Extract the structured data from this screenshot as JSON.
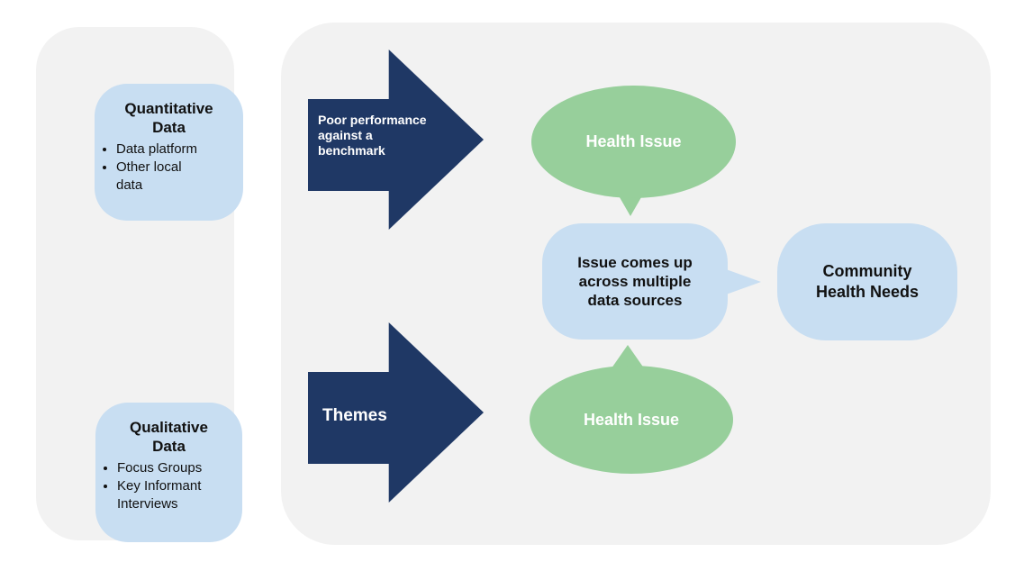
{
  "colors": {
    "page_bg": "#ffffff",
    "panel_bg": "#f2f2f2",
    "blue_shape": "#c8def2",
    "navy_arrow": "#1f3865",
    "green_bubble": "#97cf9b",
    "text_dark": "#111111",
    "text_light": "#ffffff"
  },
  "data_sources_panel": {
    "quantitative": {
      "title": "Quantitative Data",
      "items": [
        "Data platform",
        "Other local data"
      ]
    },
    "qualitative": {
      "title": "Qualitative Data",
      "items": [
        "Focus Groups",
        "Key Informant Interviews"
      ]
    }
  },
  "flow_panel": {
    "quantitative_arrow_label": "Poor performance against a benchmark",
    "qualitative_arrow_label": "Themes",
    "health_issue_top_label": "Health Issue",
    "health_issue_bottom_label": "Health Issue",
    "convergence_bubble_label": "Issue comes up across multiple data sources",
    "result_label": "Community Health Needs"
  }
}
